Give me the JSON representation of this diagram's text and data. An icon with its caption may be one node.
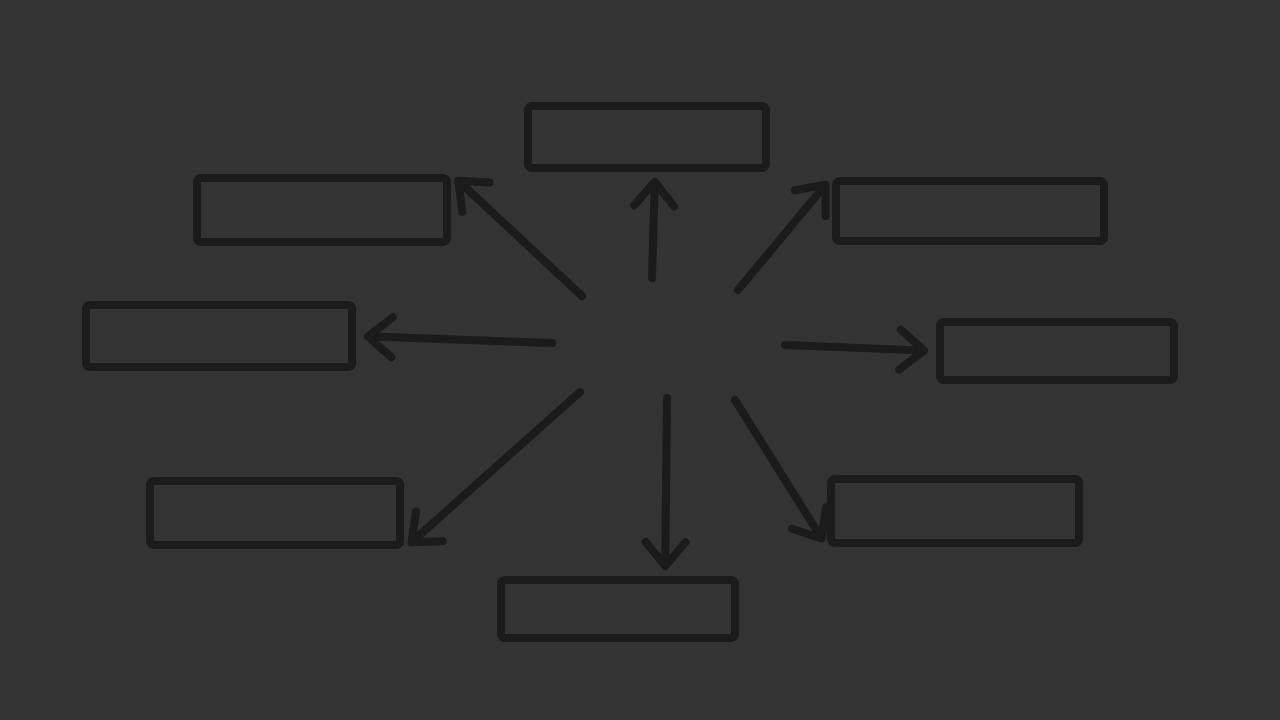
{
  "diagram": {
    "nodes": [
      {
        "text": [],
        "shape": "box"
      },
      {
        "text": [],
        "shape": "box"
      },
      {
        "text": [],
        "shape": "box"
      },
      {
        "text": [],
        "shape": "box"
      },
      {
        "text": [],
        "shape": "box"
      },
      {
        "text": [],
        "shape": "box"
      },
      {
        "text": [],
        "shape": "box"
      },
      {
        "text": [],
        "shape": "box"
      }
    ],
    "edges": [
      {
        "from": null,
        "to": 0,
        "arrow": "to"
      },
      {
        "from": null,
        "to": 1,
        "arrow": "to"
      },
      {
        "from": null,
        "to": 2,
        "arrow": "to"
      },
      {
        "from": null,
        "to": 3,
        "arrow": "to"
      },
      {
        "from": null,
        "to": 4,
        "arrow": "to"
      },
      {
        "from": null,
        "to": 5,
        "arrow": "to"
      },
      {
        "from": null,
        "to": 6,
        "arrow": "to"
      },
      {
        "from": null,
        "to": 7,
        "arrow": "to"
      }
    ]
  }
}
